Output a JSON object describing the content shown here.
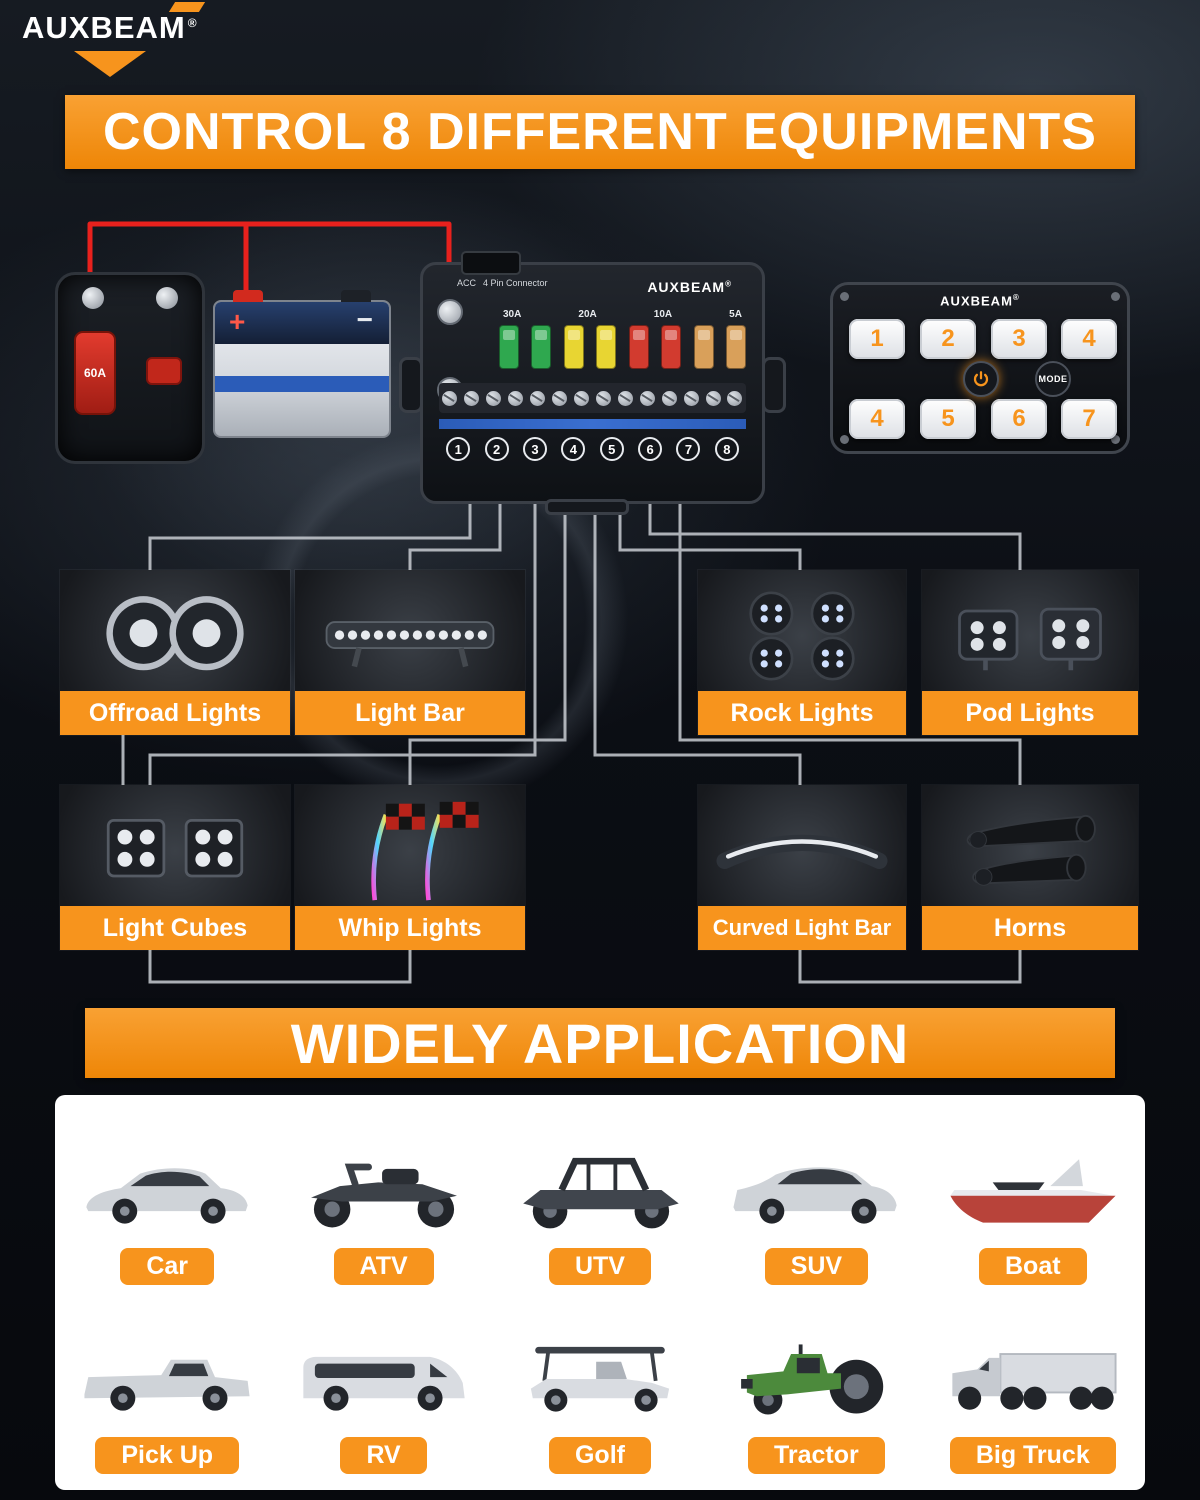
{
  "brand": {
    "name": "AUXBEAM",
    "registered": "®"
  },
  "banners": {
    "control": "CONTROL 8 DIFFERENT EQUIPMENTS",
    "application": "WIDELY APPLICATION"
  },
  "diagram": {
    "breaker": {
      "amp_label": "60A"
    },
    "battery": {
      "plus": "+",
      "minus": "−"
    },
    "control_box": {
      "brand": "AUXBEAM",
      "registered": "®",
      "acc_label": "ACC",
      "connector_label": "4 Pin Connector",
      "fuse_labels": [
        "30A",
        "20A",
        "10A",
        "5A"
      ],
      "terminal_numbers": [
        "1",
        "2",
        "3",
        "4",
        "5",
        "6",
        "7",
        "8"
      ]
    },
    "switch_panel": {
      "brand": "AUXBEAM",
      "registered": "®",
      "buttons_top": [
        "1",
        "2",
        "3",
        "4"
      ],
      "buttons_bottom": [
        "4",
        "5",
        "6",
        "7"
      ],
      "mode_label": "MODE"
    }
  },
  "equipment": [
    {
      "label": "Offroad Lights"
    },
    {
      "label": "Light Bar"
    },
    {
      "label": "Rock Lights"
    },
    {
      "label": "Pod Lights"
    },
    {
      "label": "Light Cubes"
    },
    {
      "label": "Whip Lights"
    },
    {
      "label": "Curved Light Bar"
    },
    {
      "label": "Horns"
    }
  ],
  "vehicles": [
    {
      "label": "Car"
    },
    {
      "label": "ATV"
    },
    {
      "label": "UTV"
    },
    {
      "label": "SUV"
    },
    {
      "label": "Boat"
    },
    {
      "label": "Pick Up"
    },
    {
      "label": "RV"
    },
    {
      "label": "Golf"
    },
    {
      "label": "Tractor"
    },
    {
      "label": "Big Truck"
    }
  ],
  "colors": {
    "accent_orange": "#F7941D",
    "banner_gradient_top": "#F9A133",
    "banner_gradient_bottom": "#EE8607",
    "wire_red": "#E8211D",
    "signal_line_gray": "#C8CCD2",
    "background_dark": "#0B0E14",
    "white": "#FFFFFF",
    "fuse_30a": "#2FA84F",
    "fuse_20a": "#E8D532",
    "fuse_10a": "#D23B2F",
    "fuse_5a": "#D9A05A"
  }
}
